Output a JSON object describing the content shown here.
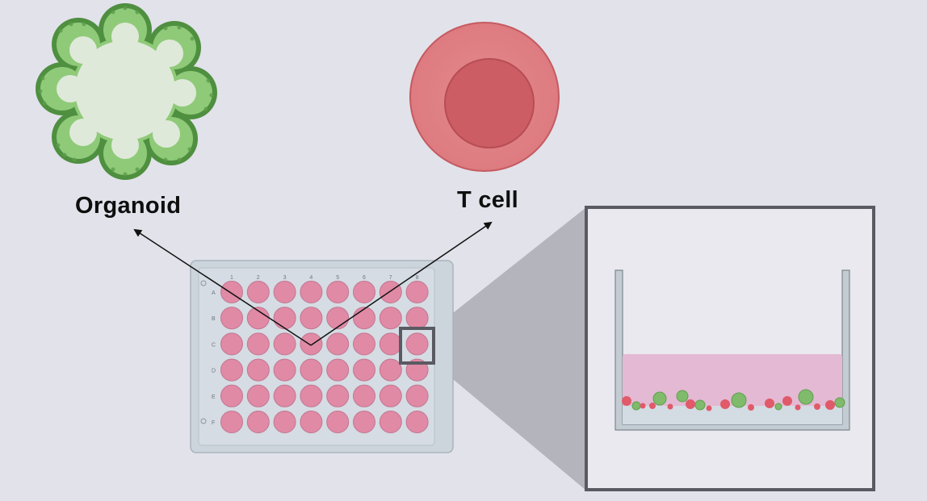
{
  "labels": {
    "organoid": "Organoid",
    "t_cell": "T cell"
  },
  "plate": {
    "column_labels": [
      "1",
      "2",
      "3",
      "4",
      "5",
      "6",
      "7",
      "8"
    ],
    "row_labels": [
      "A",
      "B",
      "C",
      "D",
      "E",
      "F"
    ],
    "well_color": "#e08aa6",
    "highlighted_well": {
      "row": "C",
      "column": "8"
    }
  },
  "colors": {
    "background": "#e2e2ea",
    "organoid_green": "#5f9f4f",
    "t_cell_red": "#d86a70",
    "medium_pink": "#e3b9d3",
    "zoom_frame": "#5a5a62"
  }
}
